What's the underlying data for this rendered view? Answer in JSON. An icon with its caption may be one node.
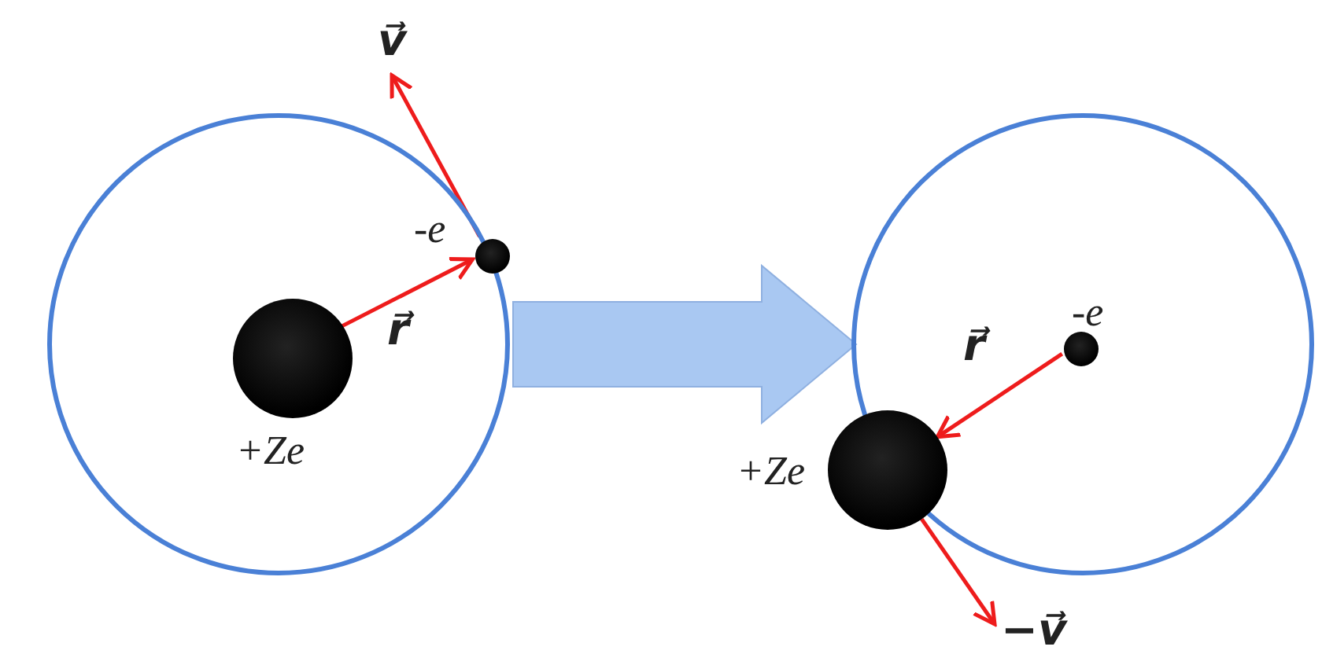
{
  "diagram": {
    "nodes": [
      {
        "text": [],
        "shape": "circle"
      },
      {
        "text": [
          "+Ze"
        ],
        "in": 0
      },
      {
        "text": [
          "-e"
        ],
        "in": 0
      },
      {
        "text": [],
        "shape": "circle"
      },
      {
        "text": [
          "-e"
        ],
        "in": 3
      },
      {
        "text": [
          "+Ze"
        ]
      }
    ],
    "edges": [
      {
        "from": 1,
        "to": 2,
        "arrow": "to",
        "label": "r⃗"
      },
      {
        "from": 2,
        "to": null,
        "arrow": "to",
        "label": "v⃗"
      },
      {
        "from": 0,
        "to": 3,
        "arrow": "to",
        "style": "thick",
        "color": "#a9c8f2"
      },
      {
        "from": 4,
        "to": 5,
        "arrow": "to",
        "label": "r⃗"
      },
      {
        "from": 5,
        "to": null,
        "arrow": "to",
        "label": "−v⃗"
      }
    ]
  }
}
